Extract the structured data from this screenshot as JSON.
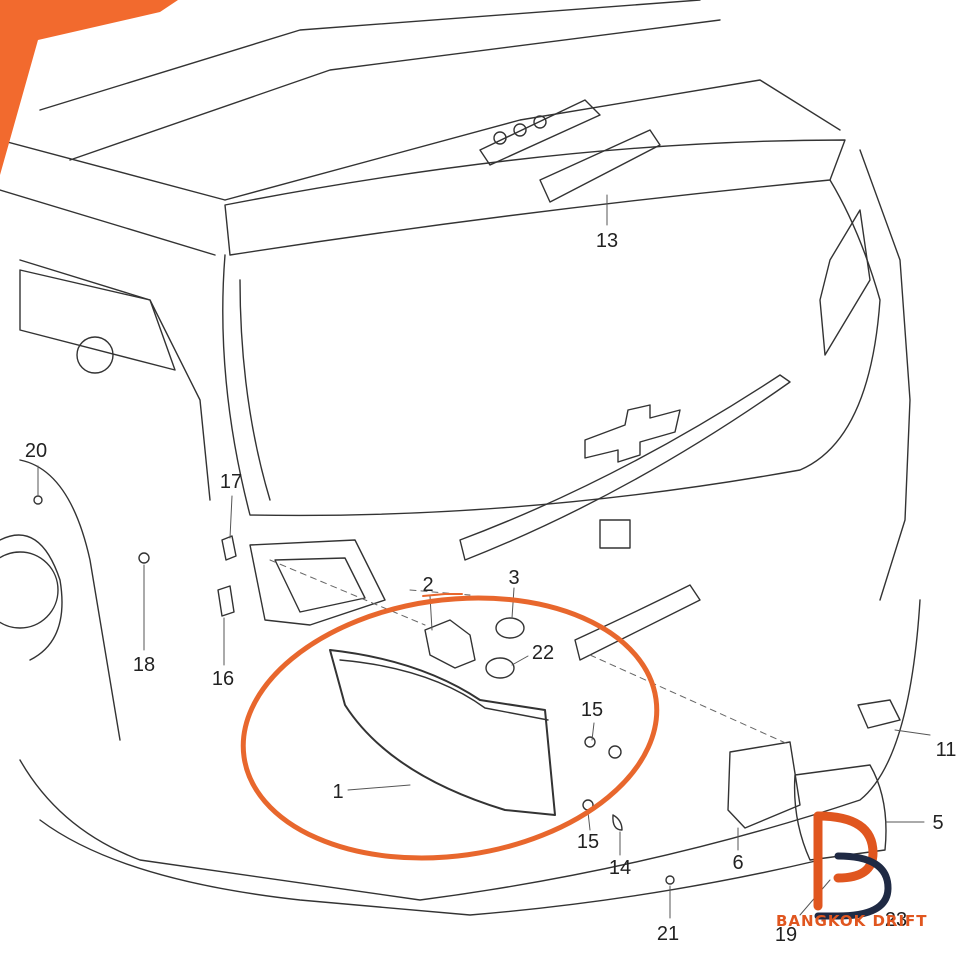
{
  "diagram": {
    "parts": [
      {
        "id": "p1",
        "label": "1"
      },
      {
        "id": "p2",
        "label": "2"
      },
      {
        "id": "p3",
        "label": "3"
      },
      {
        "id": "p5",
        "label": "5"
      },
      {
        "id": "p6",
        "label": "6"
      },
      {
        "id": "p11",
        "label": "11"
      },
      {
        "id": "p13",
        "label": "13"
      },
      {
        "id": "p14",
        "label": "14"
      },
      {
        "id": "p15a",
        "label": "15"
      },
      {
        "id": "p15b",
        "label": "15"
      },
      {
        "id": "p16",
        "label": "16"
      },
      {
        "id": "p17",
        "label": "17"
      },
      {
        "id": "p18",
        "label": "18"
      },
      {
        "id": "p19",
        "label": "19"
      },
      {
        "id": "p20",
        "label": "20"
      },
      {
        "id": "p21",
        "label": "21"
      },
      {
        "id": "p22",
        "label": "22"
      },
      {
        "id": "p23",
        "label": "23"
      }
    ],
    "highlight_color": "#e8672d",
    "line_color": "#333333"
  },
  "brand": {
    "name": "BANGKOK DRIFT",
    "logo_icon": "stylized-bd-logo-icon",
    "color": "#e0561f"
  },
  "corner": {
    "icon": "orange-corner-ribbon-icon",
    "color": "#f26a2e"
  }
}
